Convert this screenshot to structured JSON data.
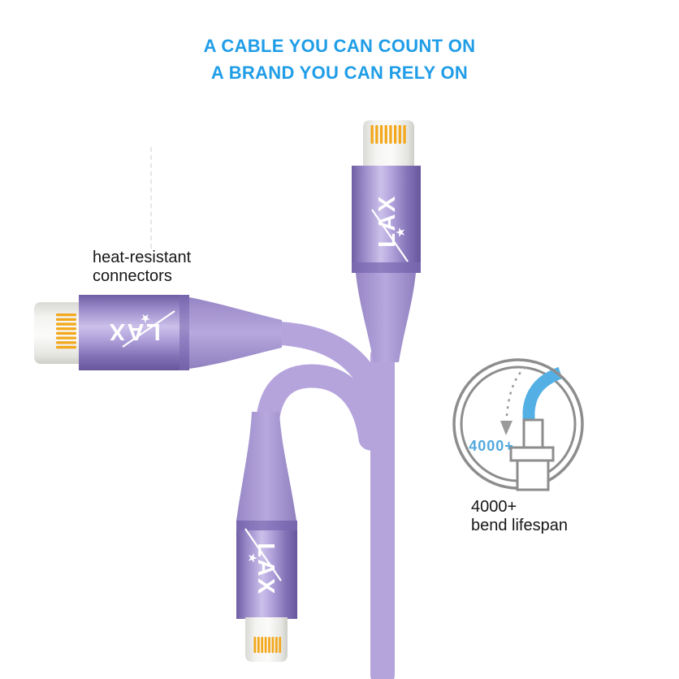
{
  "header": {
    "line1": "A CABLE YOU CAN COUNT ON",
    "line2": "A BRAND YOU CAN RELY ON",
    "color": "#1f9de7"
  },
  "annotations": {
    "heat_resistant": {
      "line1": "heat-resistant",
      "line2": "connectors"
    },
    "bend_lifespan": {
      "line1": "4000+",
      "line2": "bend lifespan"
    }
  },
  "bend_diagram": {
    "count_label": "4000+",
    "cable_color": "#54b0e4",
    "outline_color": "#8d8d8d",
    "label_color": "#54a9dd"
  },
  "brand": {
    "logo_text": "LAX",
    "star_icon": "★"
  },
  "product_colors": {
    "cable": "#b5a4dc",
    "connector_metal": "#9b8bc9",
    "strain_relief": "#a796d1",
    "tip_white": "#f7f7f5",
    "pin_gold": "#f3a81c",
    "label_text": "#161616"
  }
}
